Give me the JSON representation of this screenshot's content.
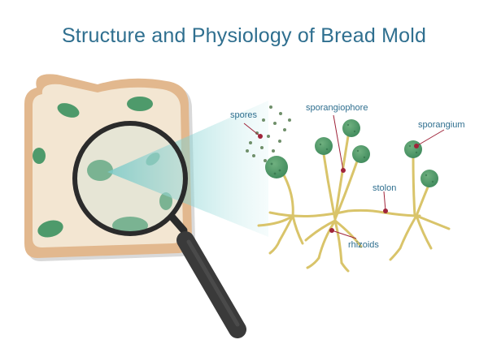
{
  "title": "Structure and Physiology of Bread Mold",
  "labels": {
    "spores": "spores",
    "sporangiophore": "sporangiophore",
    "sporangium": "sporangium",
    "stolon": "stolon",
    "rhizoids": "rhizoids"
  },
  "colors": {
    "title": "#2f6f8f",
    "crust": "#e2b88e",
    "crumb": "#f3e6d2",
    "mold": "#4e9a6b",
    "hyphae": "#d9c46a",
    "marker": "#a0243a",
    "lens_beam": "#5fc7c7",
    "handle": "#2b2b2b"
  }
}
